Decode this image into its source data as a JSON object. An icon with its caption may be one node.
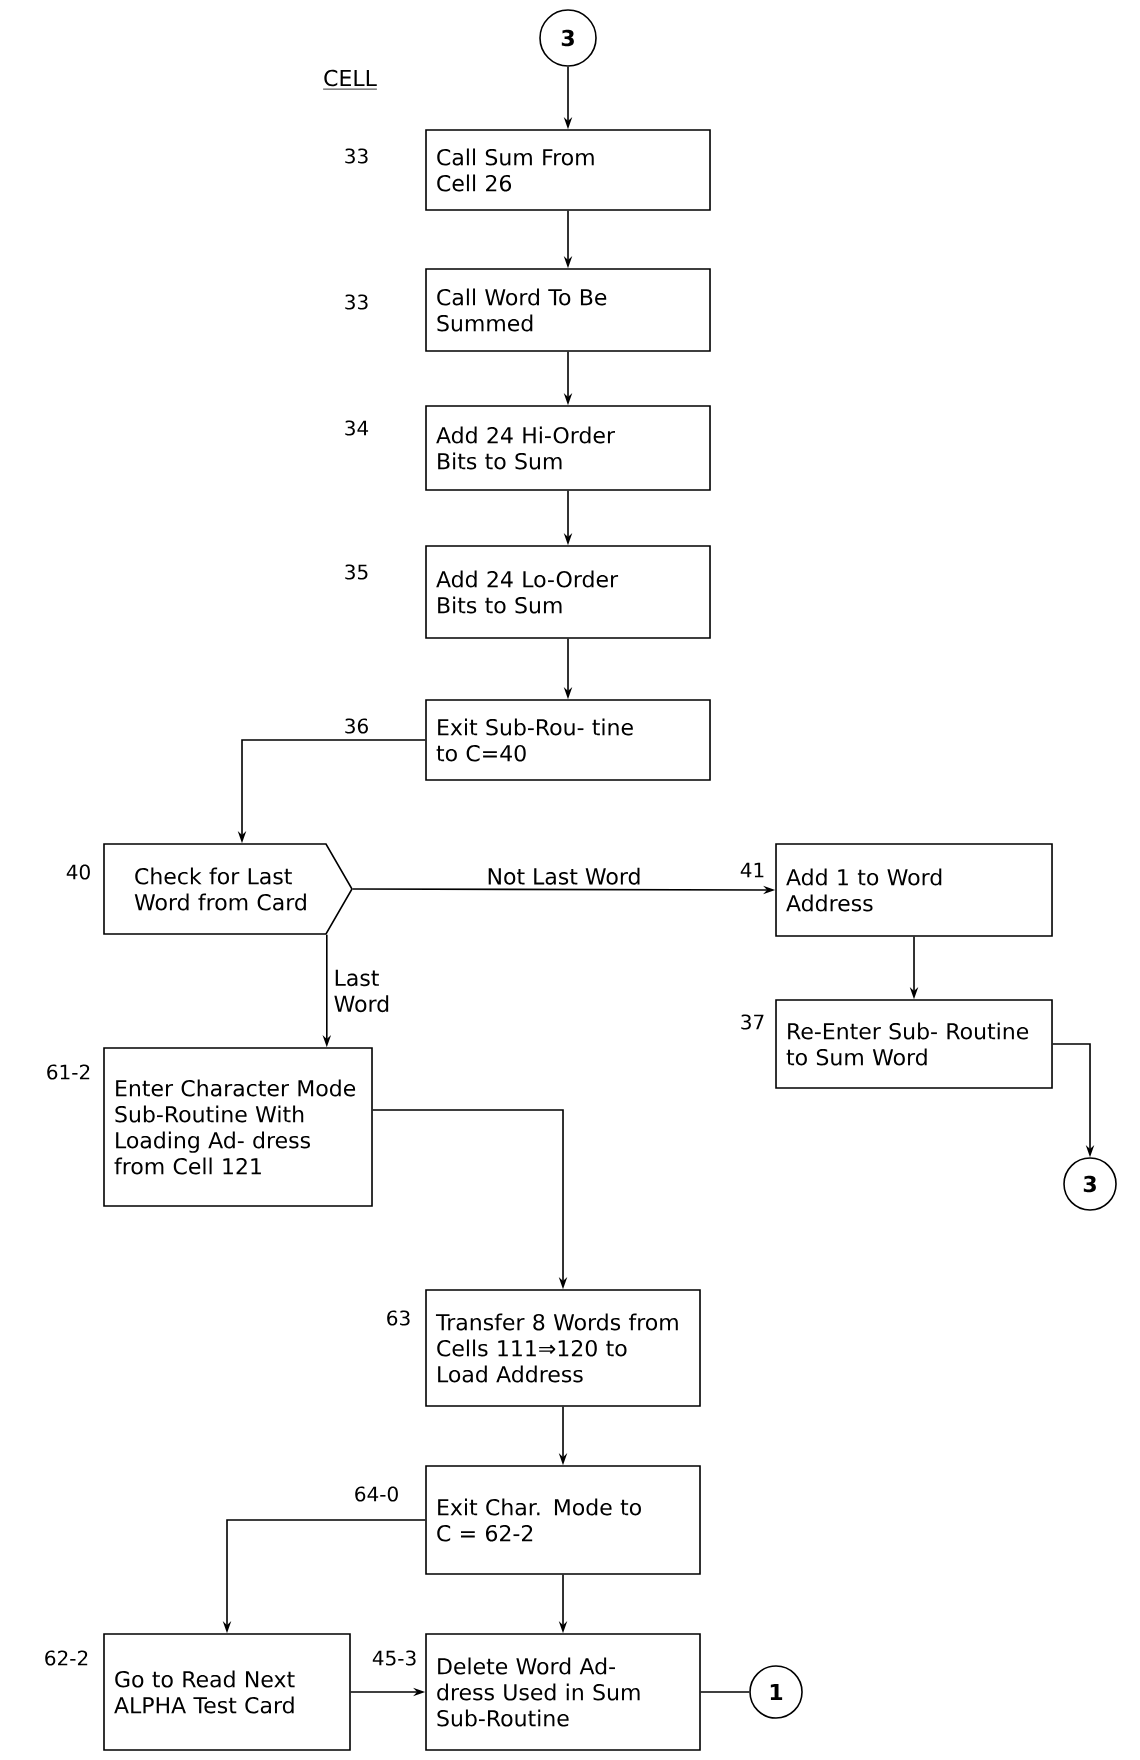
{
  "diagram": {
    "nodes": [
      {
        "text": [
          "3"
        ]
      },
      {
        "text": [
          "Call Sum From Cell 26"
        ],
        "beside": [
          "33"
        ]
      },
      {
        "text": [
          "Call Word To Be Summed"
        ],
        "beside": [
          "33"
        ]
      },
      {
        "text": [
          "Add 24 Hi-Order Bits to Sum"
        ],
        "beside": [
          "34"
        ]
      },
      {
        "text": [
          "Add 24 Lo-Order Bits to Sum"
        ],
        "beside": [
          "35"
        ]
      },
      {
        "text": [
          "Exit Sub-Rou- tine to C=40"
        ],
        "beside": [
          "36"
        ]
      },
      {
        "text": [
          "Check for Last Word from Card"
        ],
        "beside": [
          "40"
        ]
      },
      {
        "text": [
          "Add 1 to Word Address"
        ],
        "beside": [
          "41"
        ]
      },
      {
        "text": [
          "Re-Enter Sub- Routine to Sum Word"
        ],
        "beside": [
          "37"
        ]
      },
      {
        "text": [
          "3"
        ]
      },
      {
        "text": [
          "Enter Character Mode Sub-Routine With Loading Ad- dress from Cell 121"
        ],
        "beside": [
          "61-2"
        ]
      },
      {
        "text": [
          "Transfer 8 Words from Cells 111⇒120 to Load Address"
        ],
        "beside": [
          "63"
        ]
      },
      {
        "text": [
          "Exit Char. Mode to C = 62-2"
        ],
        "beside": [
          "64-0"
        ]
      },
      {
        "text": [
          "Go to Read Next ALPHA Test Card"
        ],
        "beside": [
          "62-2"
        ]
      },
      {
        "text": [
          "Delete Word Ad- dress Used in Sum Sub-Routine"
        ],
        "beside": [
          "45-3"
        ]
      },
      {
        "text": [
          "1"
        ]
      }
    ],
    "edges": [
      {
        "from": 0,
        "to": 1,
        "arrow": "to"
      },
      {
        "from": 1,
        "to": 2,
        "arrow": "to"
      },
      {
        "from": 2,
        "to": 3,
        "arrow": "to"
      },
      {
        "from": 3,
        "to": 4,
        "arrow": "to"
      },
      {
        "from": 4,
        "to": 5,
        "arrow": "to"
      },
      {
        "from": 5,
        "to": 6,
        "arrow": "to"
      },
      {
        "from": 6,
        "to": 7,
        "arrow": "to",
        "label": "Not Last Word"
      },
      {
        "from": 7,
        "to": 8,
        "arrow": "to"
      },
      {
        "from": 8,
        "to": 9,
        "arrow": "to"
      },
      {
        "from": 6,
        "to": 10,
        "arrow": "to",
        "label": "Last Word"
      },
      {
        "from": 10,
        "to": 11,
        "arrow": "to"
      },
      {
        "from": 11,
        "to": 12,
        "arrow": "to"
      },
      {
        "from": 12,
        "to": 13,
        "arrow": "to"
      },
      {
        "from": 12,
        "to": 14,
        "arrow": "to"
      },
      {
        "from": 13,
        "to": 14,
        "arrow": "to"
      },
      {
        "from": 14,
        "to": 15,
        "arrow": "none"
      }
    ],
    "labels": [
      "CELL"
    ]
  }
}
